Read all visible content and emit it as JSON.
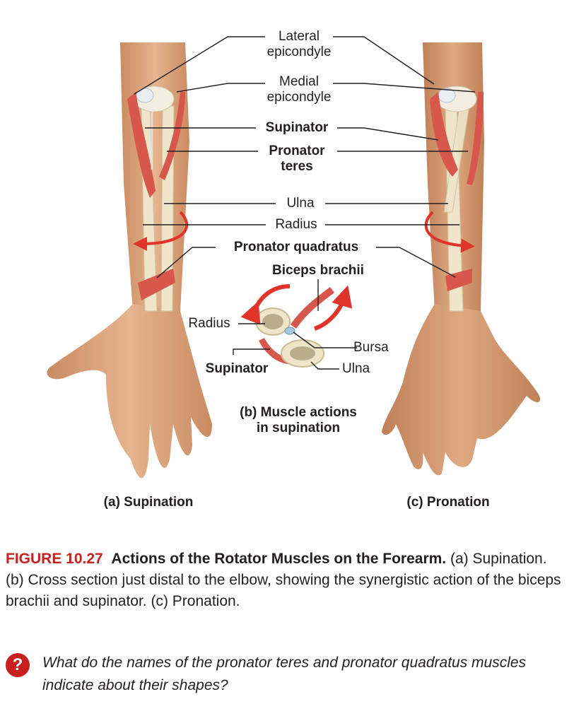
{
  "labels": {
    "lateral_epicondyle_1": "Lateral",
    "lateral_epicondyle_2": "epicondyle",
    "medial_epicondyle_1": "Medial",
    "medial_epicondyle_2": "epicondyle",
    "supinator_top": "Supinator",
    "pronator_teres_1": "Pronator",
    "pronator_teres_2": "teres",
    "ulna_top": "Ulna",
    "radius_top": "Radius",
    "pronator_quadratus": "Pronator quadratus",
    "biceps_brachii": "Biceps brachii",
    "radius_cs": "Radius",
    "bursa": "Bursa",
    "supinator_cs": "Supinator",
    "ulna_cs": "Ulna",
    "panel_b_1": "(b)  Muscle actions",
    "panel_b_2": "in supination",
    "panel_a": "(a)  Supination",
    "panel_c": "(c)  Pronation"
  },
  "caption": {
    "figure_number": "FIGURE 10.27",
    "title": "Actions of the Rotator Muscles on the Forearm.",
    "body": "(a) Supination. (b) Cross section just distal to the elbow, showing the synergistic action of the biceps brachii and supinator. (c) Pronation."
  },
  "question": {
    "icon": "?",
    "text": "What do the names of the pronator teres and pronator quadratus muscles indicate about their shapes?"
  },
  "colors": {
    "accent_red": "#c8201f",
    "arrow_red": "#e0332a",
    "skin": "#d9a27a",
    "muscle": "#d8574c",
    "bone": "#efe6c9"
  }
}
